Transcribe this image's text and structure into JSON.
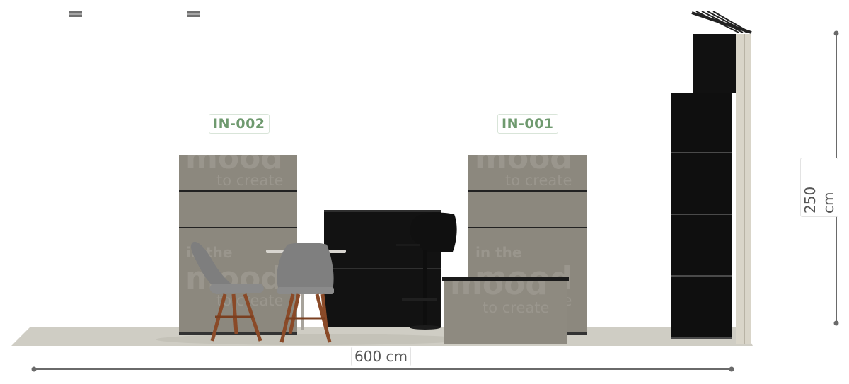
{
  "dimensions": {
    "width_label": "600 cm",
    "height_label": "250 cm"
  },
  "booth_tags": [
    {
      "label": "IN-002"
    },
    {
      "label": "IN-001"
    }
  ],
  "graphics": {
    "brand_line_1": "in the",
    "brand_word": "mood",
    "brand_line_3": "to create"
  },
  "colors": {
    "floor": "#cfcdc4",
    "panel": "#8c887e",
    "panel_text": "#9a968d",
    "furniture_black": "#111111",
    "tag_text": "#6f9a6f",
    "dimension_line": "#6a6a6a"
  }
}
